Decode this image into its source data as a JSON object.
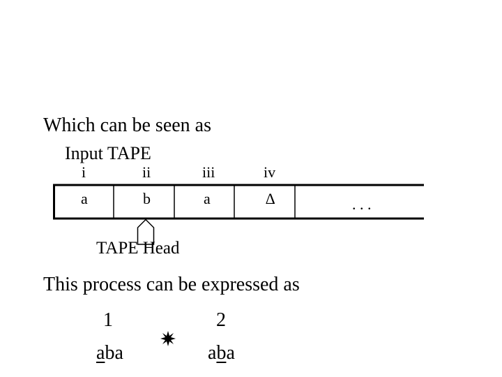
{
  "intro_text": "Which can be seen as",
  "tape": {
    "title": "Input TAPE",
    "cells": [
      {
        "index": "i",
        "value": "a"
      },
      {
        "index": "ii",
        "value": "b"
      },
      {
        "index": "iii",
        "value": "a"
      },
      {
        "index": "iv",
        "value": "∆"
      }
    ],
    "ellipsis": ". . .",
    "head_label": "TAPE Head",
    "head_icon": "pentagon-pointer-icon"
  },
  "process_text": "This process can be expressed as",
  "steps": [
    {
      "number": "1",
      "string_before": "",
      "head_char": "a",
      "string_after": "ba"
    },
    {
      "number": "2",
      "string_before": "a",
      "head_char": "b",
      "string_after": "a"
    }
  ],
  "transition_icon": "burst-icon"
}
